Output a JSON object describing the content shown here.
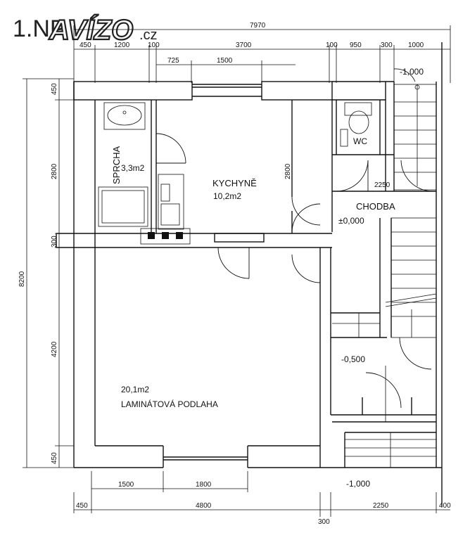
{
  "brand": {
    "floor_label": "1.NP",
    "logo_text": "AVÍZO",
    "logo_suffix": ".cz",
    "colors": {
      "logo": "#1a1a1a",
      "lines": "#111111"
    }
  },
  "dimensions": {
    "overall_width": "7970",
    "top": [
      "450",
      "1200",
      "100",
      "3700",
      "100",
      "950",
      "300",
      "1000"
    ],
    "window_top": [
      "725",
      "1500"
    ],
    "left": [
      "450",
      "2800",
      "300",
      "4200",
      "450"
    ],
    "overall_height": "8200",
    "kitchen_height": "2800",
    "corridor_width": "2250",
    "bottom_window": [
      "1500",
      "1800"
    ],
    "bottom": [
      "450",
      "4800",
      "2250",
      "400"
    ],
    "bottom_center": "300"
  },
  "rooms": {
    "shower": {
      "name": "SPRCHA",
      "area": "3,3m2"
    },
    "kitchen": {
      "name": "KYCHYNĚ",
      "area": "10,2m2"
    },
    "wc": {
      "name": "WC"
    },
    "corridor": {
      "name": "CHODBA",
      "level": "±0,000"
    },
    "living": {
      "area": "20,1m2",
      "floor": "LAMINÁTOVÁ PODLAHA"
    }
  },
  "levels": {
    "stair_top": "-1,000",
    "landing": "-0,500",
    "stair_bottom": "-1,000"
  }
}
